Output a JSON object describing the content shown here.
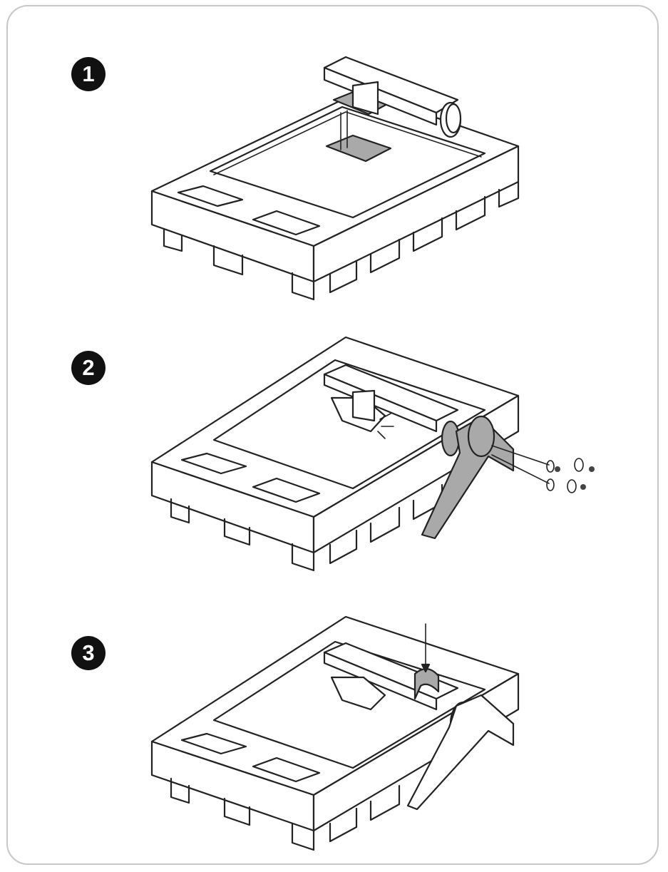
{
  "steps": [
    {
      "number": "1"
    },
    {
      "number": "2"
    },
    {
      "number": "3"
    }
  ],
  "colors": {
    "line": "#222222",
    "highlight": "#a9a9a9",
    "frame_border": "#c7c7c7",
    "badge": "#111111"
  }
}
